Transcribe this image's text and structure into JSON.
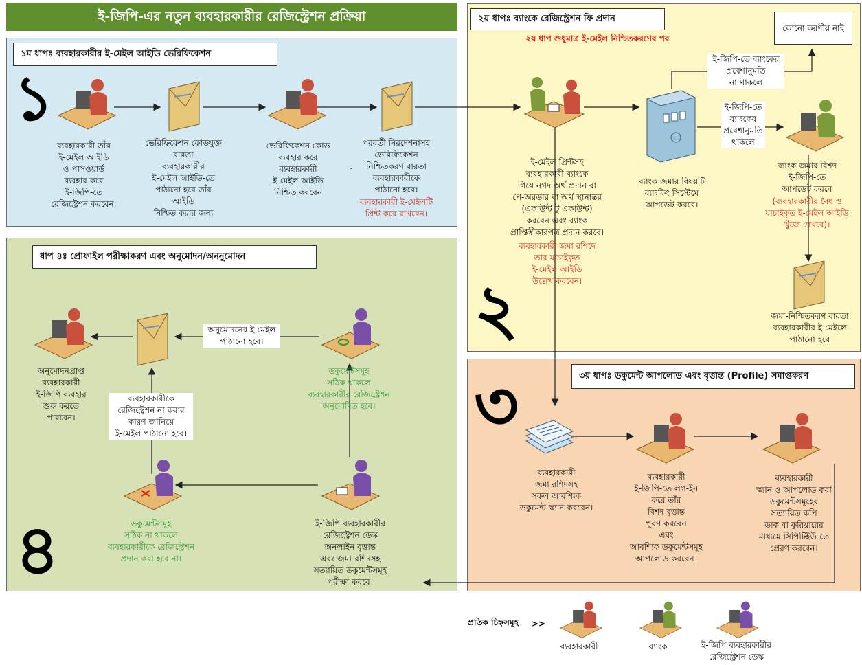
{
  "title": "ই-জিপি-এর নতুন ব্যবহারকারীর রেজিস্ট্রেশন প্রক্রিয়া",
  "steps": {
    "s1": {
      "heading": "১ম ধাপঃ ব্যবহারকারীর ই-মেইল আইডি ভেরিফিকেশন",
      "num": "১",
      "t1": "ব্যবহারকারী তাঁর\nই-মেইল আইডি\nও পাসওয়ার্ড\nব্যবহার করে\nই-জিপি-তে\nরেজিস্ট্রেশন করবেন;",
      "t2": "ভেরিফিকেশন কোডযুক্ত\nবারতা\nব্যবহারকারীর\nই-মেইল আইডি-তে\nপাঠানো হবে তাঁর\nআইডি\nনিশ্চিত করার জন্য",
      "t3": "ভেরিফিকেশন কোড\nব্যবহার করে\nব্যবহারকারী\nই-মেইল আইডি\nনিশ্চিত করবেন",
      "t4": "পরবর্তী নিরদেশনাসহ\nভেরিফিকেশন\nনিশ্চিতকরণ বারতা\nব্যবহারকারীকে\nপাঠানো হবে।",
      "t4_dot": ".",
      "t4_red": "ব্যবহারকারী ই-মেইলটি\nপ্রিন্ট করে রাখবেন।"
    },
    "s2": {
      "heading": "২য় ধাপঃ ব্যাংকে রেজিস্ট্রেশন ফি প্রদান",
      "subnote": "২য় ধাপ শুধুমাত্র ই-মেইল নিশ্চিতকরণের পর",
      "num": "২",
      "no_action": "কোনো করণীয় নাই",
      "no_access": "ই-জিপি-তে ব্যাংকের\nপ্রবেশানুমতি\nনা থাকলে",
      "has_access": "ই-জিপি-তে\nব্যাংকের\nপ্রবেশানুমতি\nথাকলে",
      "t_pay": "ই-মেইল প্রিন্টসহ\nব্যবহারকারী ব্যাংকে\nগিয়ে নগদ অর্থ প্রদান বা\nপে-অরডার বা অর্থ স্থানান্তর\n(একাউন্ট টু একাউন্ট)\nকরবেন এবং ব্যাংক\nপ্রাপ্তিস্বীকারপত্র প্রদান করবে।",
      "t_pay_red": "ব্যবহারকারী জমা রশিদে\nতার যাচাইকৃত\nই-মেইল আইডি\nউল্লেখ করবেন।",
      "t_system": "ব্যাংক জমার বিষয়টি\nব্যাংকিং সিস্টেমে\nআপডেট করবে।",
      "t_egp": "ব্যাংক জমার বিশদ\nই-জিপি-তে\nআপডেট করবে",
      "t_egp_red": "(ব্যবহারকারীর বৈধ ও\nযাচাইকৃত ই-মেইল আইডি\nখুঁজে দেখবে)।",
      "t_confirm": "জমা-নিশ্চিতকরণ বারতা\nব্যবহারকারীর ই-মেইলে\nপাঠানো হবে"
    },
    "s3": {
      "heading": "৩য় ধাপঃ ডকুমেন্ট আপলোড এবং বৃত্তান্ত (Profile) সমাপ্তকরণ",
      "num": "৩",
      "t1": "ব্যবহারকারী\nজমা রশিদসহ\nসকল আবশ্যিক\nডকুমেন্ট স্ক্যান করবেন।",
      "t2": "ব্যবহারকারী\nই-জিপি-তে লগ-ইন\nকরে তাঁর\nবিশদ বৃত্তান্ত\nপূরণ করবেন\nএবং\nআবশ্যিক ডকুমেন্টসমূহ\nআপলোড করবেন।",
      "t3": "ব্যবহারকারী\nস্ক্যান ও আপলোড করা\nডকুমেন্টসমূহের\nসত্যায়িত কপি\nডাক বা কুরিয়ারের\nমাধ্যমে সিপিটিইউ-তে\nপ্রেরণ করবেন।"
    },
    "s4": {
      "heading": "ধাপ ৪ঃ প্রোফাইল পরীক্ষাকরণ এবং অনুমোদন/অননুমোদন",
      "num": "৪",
      "approved_user": "অনুমোদনপ্রাপ্ত\nব্যবহারকারী\nই-জিপি ব্যবহার\nশুরু করতে\nপারবেন।",
      "approval_mail": "অনুমোদনের ই-মেইল\nপাঠানো হবে।",
      "docs_ok": "ডকুমেন্টসমূহ\nসঠিক থাকলে\nব্যবহারকারীর রেজিস্ট্রেশন\nঅনুমোদিত হবে।",
      "reject_mail": "ব্যবহারকারীকে\nরেজিস্ট্রেশন না করার\nকারণ জানিয়ে\nই-মেইল পাঠানো হবে।",
      "docs_bad": "ডকুমেন্টসমূহ\nসঠিক না থাকলে\nব্যবহারকারীকে রেজিস্ট্রেশন\nপ্রদান করা হবে না।",
      "desk_check": "ই-জিপি ব্যবহারকারীর\nরেজিস্ট্রেশন ডেস্ক\nঅনলাইন বৃত্তান্ত\nএবং জমা-রশিদসহ\nসত্যায়িত ডকুমেন্টসমূহ\nপরীক্ষা করবে।"
    }
  },
  "legend": {
    "label": "প্রতিক চিহ্নসমূহ",
    "arrow": ">>",
    "user": "ব্যবহারকারী",
    "bank": "ব্যাংক",
    "desk": "ই-জিপি ব্যবহারকারীর\nরেজিস্ট্রেশন ডেস্ক"
  },
  "colors": {
    "user_person": "#c8503c",
    "bank_person": "#7c9c3c",
    "desk_person": "#7a4fa8",
    "desk_wood": "#e8b870",
    "envelope": "#e6c77a",
    "red_text": "#d3261c",
    "green_text": "#2f9a32"
  },
  "icons": {
    "person": "person-at-desk-icon",
    "envelope": "envelope-icon",
    "bank": "bank-building-icon",
    "documents": "document-stack-icon"
  }
}
